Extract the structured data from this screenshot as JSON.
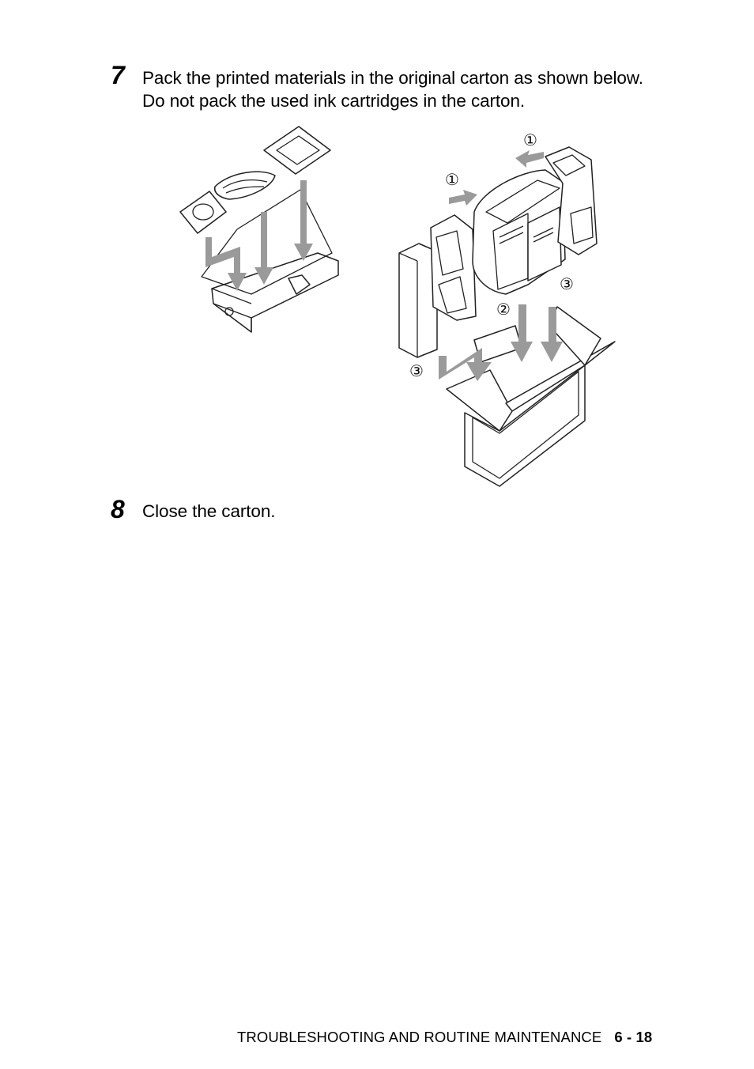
{
  "steps": [
    {
      "number": "7",
      "lines": [
        "Pack the printed materials in the original carton as shown below.",
        "Do not pack the used ink cartridges in the carton."
      ]
    },
    {
      "number": "8",
      "lines": [
        "Close the carton."
      ]
    }
  ],
  "illustration": {
    "callouts": [
      "①",
      "①",
      "②",
      "③",
      "③"
    ]
  },
  "footer": {
    "section": "TROUBLESHOOTING AND ROUTINE MAINTENANCE",
    "page": "6 - 18"
  }
}
